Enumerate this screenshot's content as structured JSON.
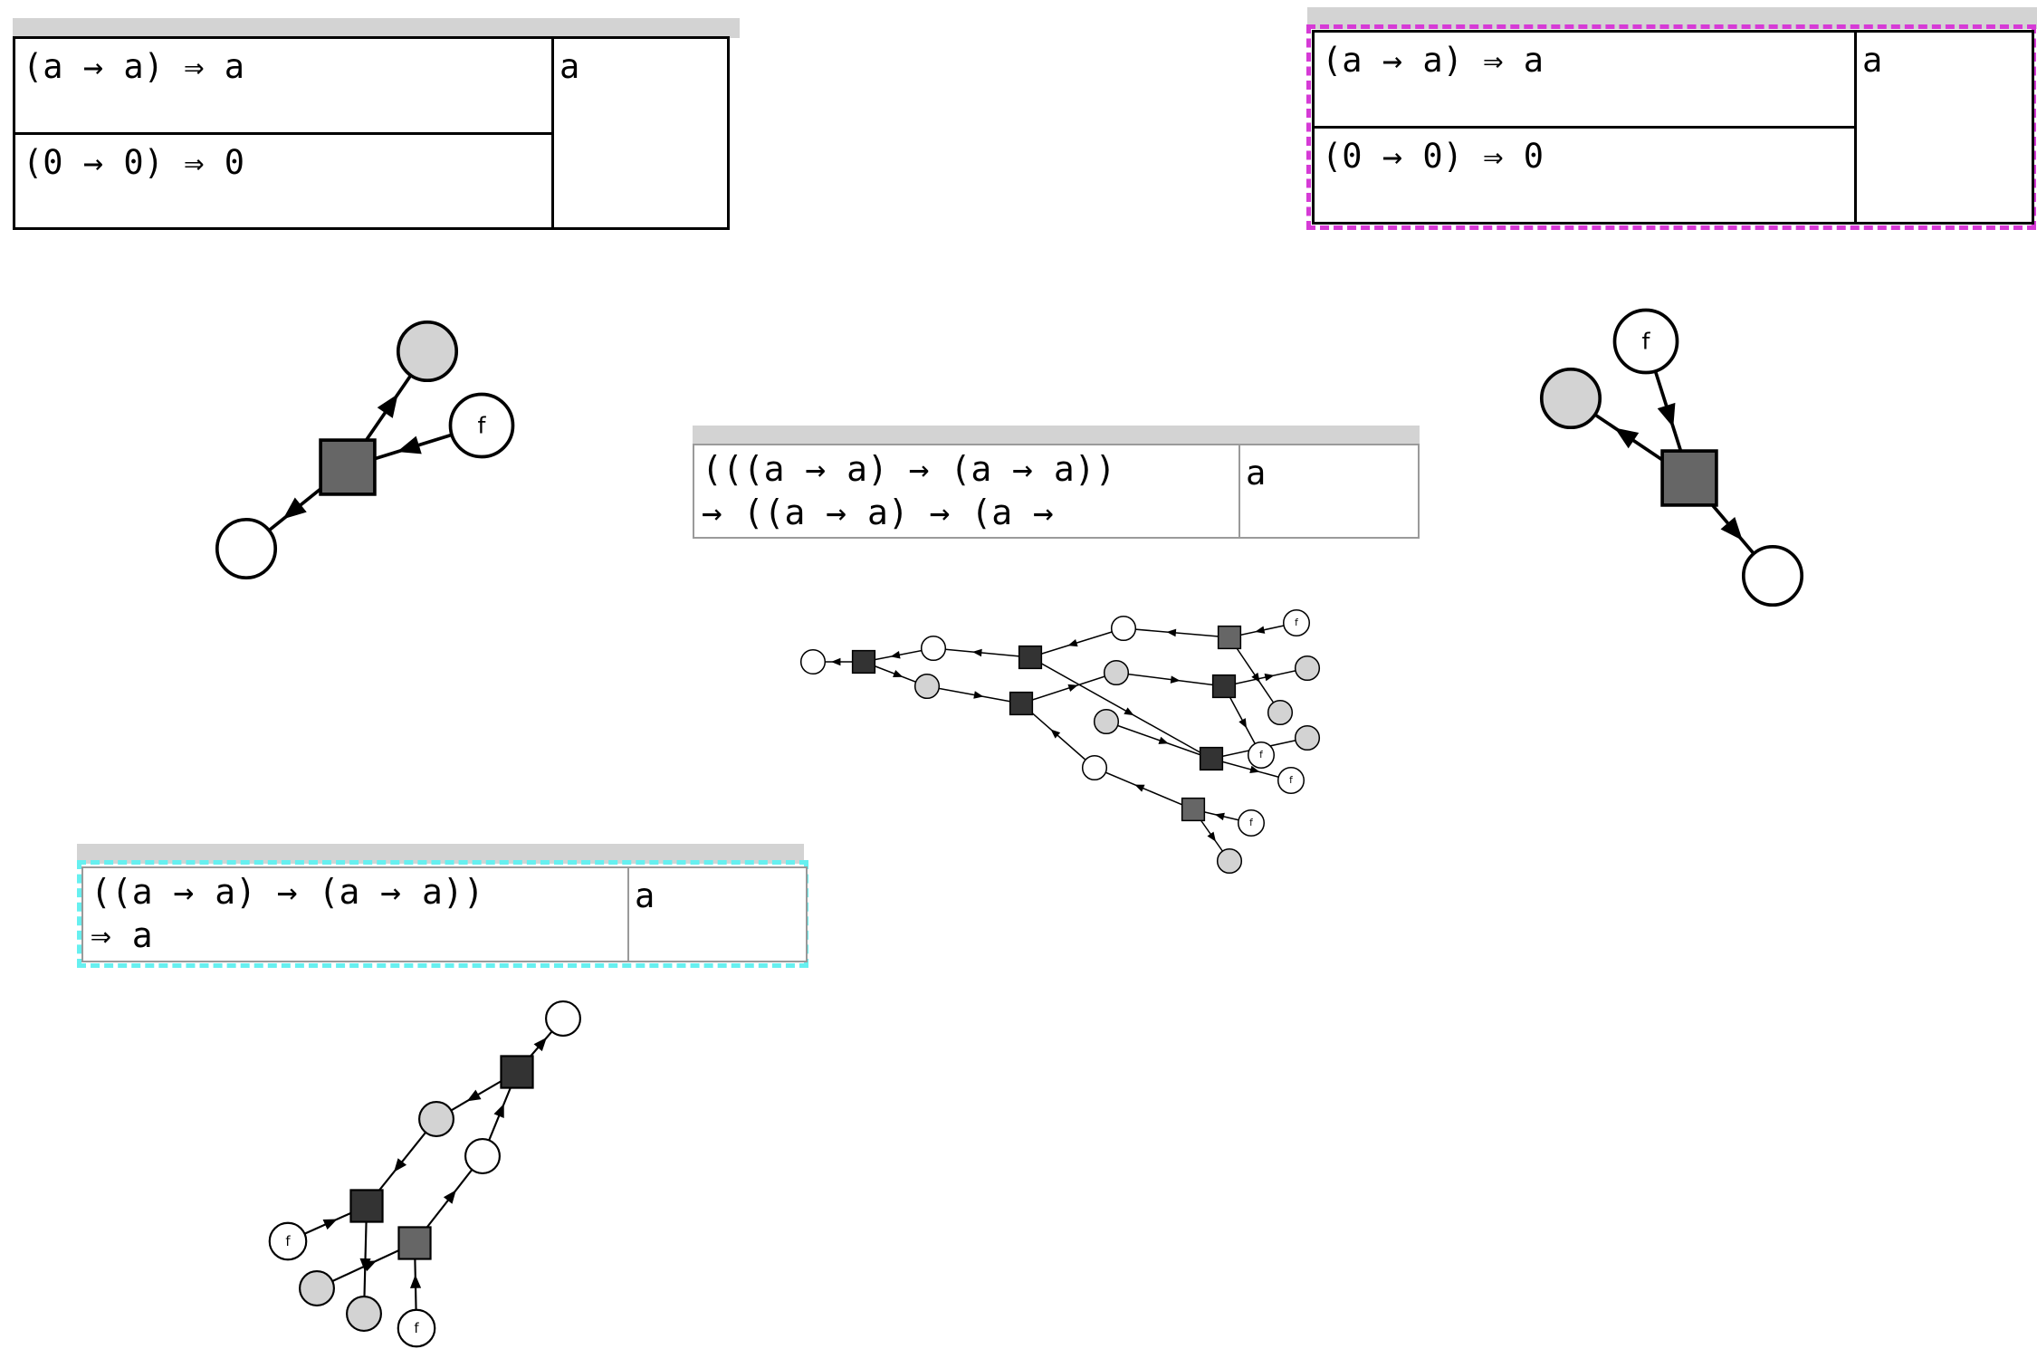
{
  "colors": {
    "panel_bar": "#d3d3d3",
    "node_white": "#ffffff",
    "node_gray": "#d3d3d3",
    "square_dark": "#333333",
    "square_mid": "#666666",
    "selection_magenta": "#d63ad6",
    "selection_cyan": "#66f0f0"
  },
  "panels": [
    {
      "rules": [
        "(a → a) ⇒ a",
        "(0 → 0) ⇒ 0"
      ],
      "result": "a"
    },
    {
      "rules": [
        "(a → a) ⇒ a",
        "(0 → 0) ⇒ 0"
      ],
      "result": "a",
      "selection": "magenta-dashed"
    },
    {
      "rules": [
        "(((a → a) → (a → a))\n→ ((a → a) → (a →"
      ],
      "result": "a"
    },
    {
      "rules": [
        "((a → a) → (a → a))\n⇒ a"
      ],
      "result": "a",
      "selection": "cyan-dashed"
    }
  ],
  "graphs": {
    "node_label": "f"
  }
}
